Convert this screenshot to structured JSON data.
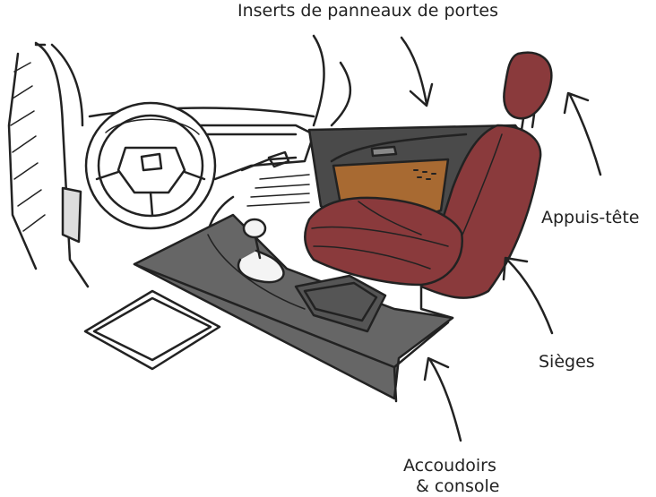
{
  "labels": {
    "door_inserts": "Inserts de panneaux de portes",
    "headrests": "Appuis-tête",
    "seats": "Sièges",
    "armrests_line1": "Accoudoirs",
    "armrests_line2": "& console"
  },
  "colors": {
    "seat": "#8a3a3c",
    "seat_dark": "#6e2a2d",
    "door_insert": "#a86a32",
    "floor": "#666666",
    "door_panel": "#4a4a4a",
    "ink": "#222222"
  },
  "icons": {
    "arrows": "hand-drawn-arrow"
  }
}
